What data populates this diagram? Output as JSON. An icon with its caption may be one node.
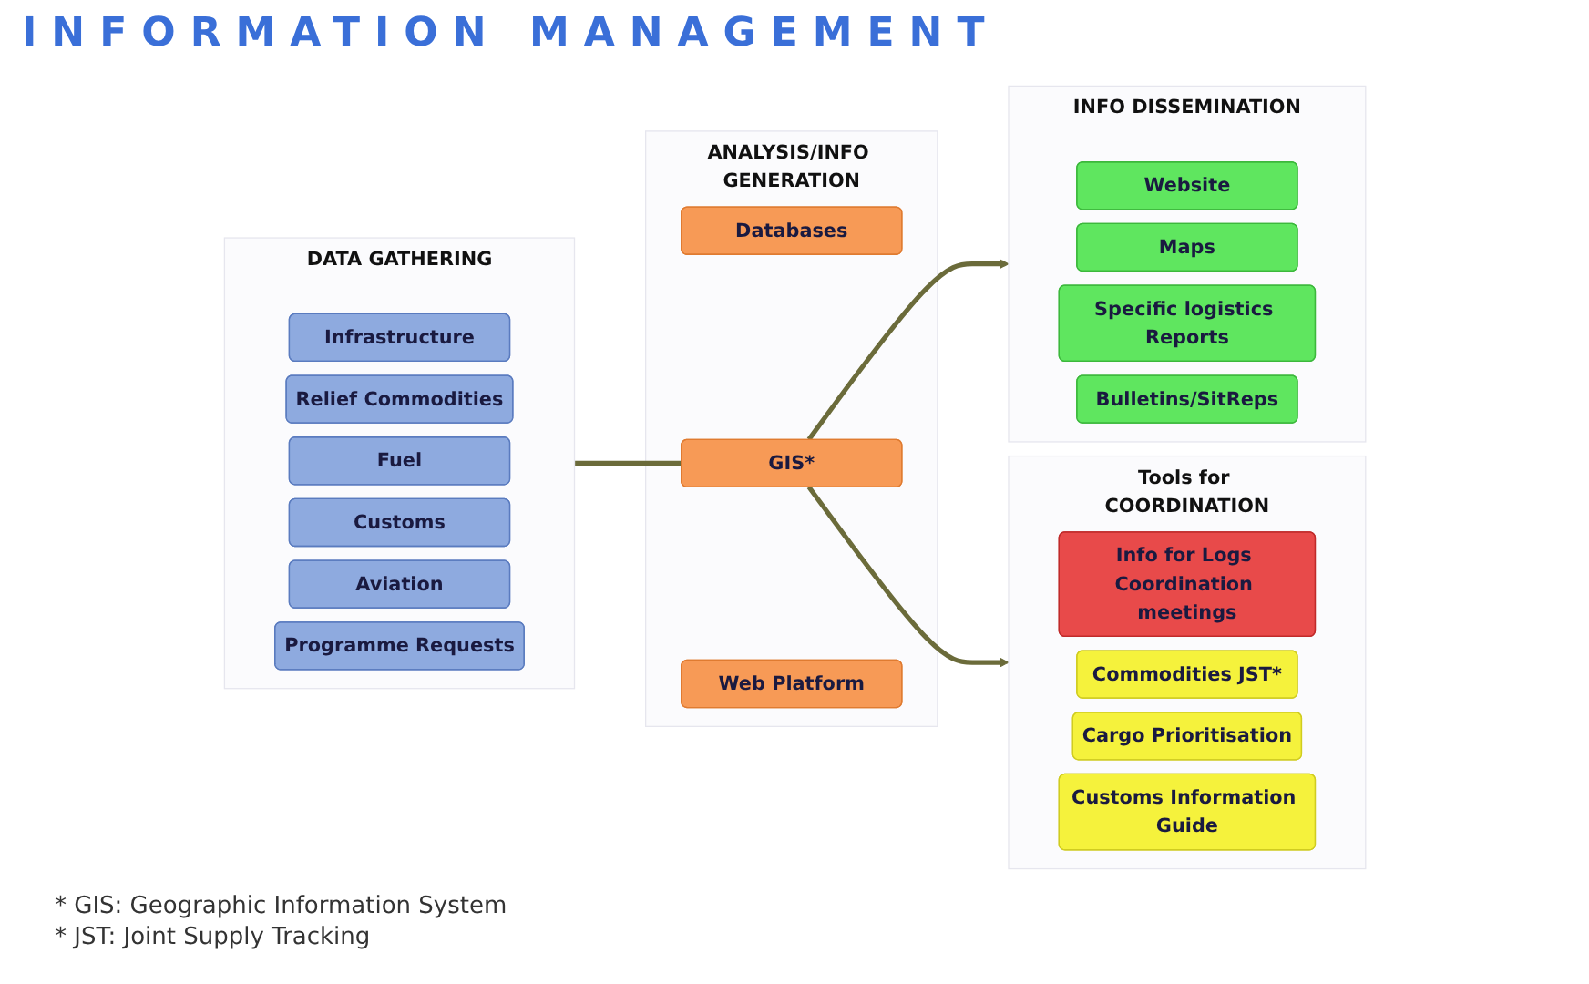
{
  "diagram": {
    "title": "INFORMATION MANAGEMENT",
    "nodes": [
      {
        "text": [
          "DATA GATHERING"
        ]
      },
      {
        "text": [
          "Infrastructure"
        ],
        "in": 0
      },
      {
        "text": [
          "Relief Commodities"
        ],
        "in": 0
      },
      {
        "text": [
          "Fuel"
        ],
        "in": 0
      },
      {
        "text": [
          "Customs"
        ],
        "in": 0
      },
      {
        "text": [
          "Aviation"
        ],
        "in": 0
      },
      {
        "text": [
          "Programme Requests"
        ],
        "in": 0
      },
      {
        "text": [
          "ANALYSIS/INFO GENERATION"
        ]
      },
      {
        "text": [
          "Databases"
        ],
        "in": 7
      },
      {
        "text": [
          "GIS*"
        ],
        "in": 7
      },
      {
        "text": [
          "Web Platform"
        ],
        "in": 7
      },
      {
        "text": [
          "INFO DISSEMINATION"
        ]
      },
      {
        "text": [
          "Website"
        ],
        "in": 11
      },
      {
        "text": [
          "Maps"
        ],
        "in": 11
      },
      {
        "text": [
          "Specific logistics Reports"
        ],
        "in": 11
      },
      {
        "text": [
          "Bulletins/SitReps"
        ],
        "in": 11
      },
      {
        "text": [
          "Tools for COORDINATION"
        ]
      },
      {
        "text": [
          "Info for Logs Coordination meetings"
        ],
        "in": 16
      },
      {
        "text": [
          "Commodities JST*"
        ],
        "in": 16
      },
      {
        "text": [
          "Cargo Prioritisation"
        ],
        "in": 16
      },
      {
        "text": [
          "Customs Information Guide"
        ],
        "in": 16
      }
    ],
    "edges": [
      {
        "from": 0,
        "to": 9,
        "arrow": "none"
      },
      {
        "from": 9,
        "to": 11,
        "arrow": "to"
      },
      {
        "from": 9,
        "to": 16,
        "arrow": "to"
      }
    ],
    "labels": [
      "* GIS: Geographic Information System",
      "* JST: Joint Supply Tracking"
    ]
  }
}
